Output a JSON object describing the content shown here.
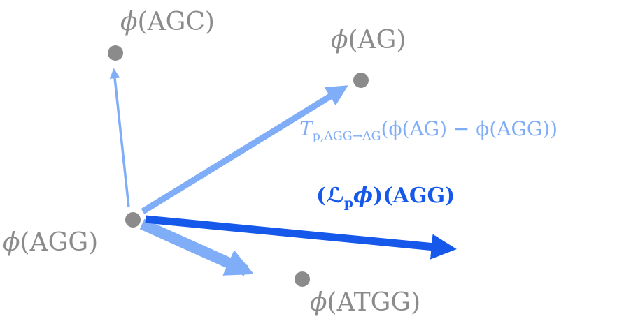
{
  "colors": {
    "gray": "#8b8b8b",
    "light_blue": "#7fadf7",
    "dark_blue": "#1658ea"
  },
  "nodes": {
    "agc": {
      "phi": "ϕ",
      "rest": "(AGC)"
    },
    "ag": {
      "phi": "ϕ",
      "rest": "(AG)"
    },
    "agg": {
      "phi": "ϕ",
      "rest": "(AGG)"
    },
    "atgg": {
      "phi": "ϕ",
      "rest": "(ATGG)"
    }
  },
  "annotations": {
    "transport": {
      "t": "T",
      "sub": "p,AGG→AG",
      "rest": "(ϕ(AG) − ϕ(AGG))"
    },
    "generator": {
      "open": "(",
      "script_l": "ℒ",
      "sub": "p",
      "phi": "ϕ",
      "close": ")(AGG)"
    }
  }
}
